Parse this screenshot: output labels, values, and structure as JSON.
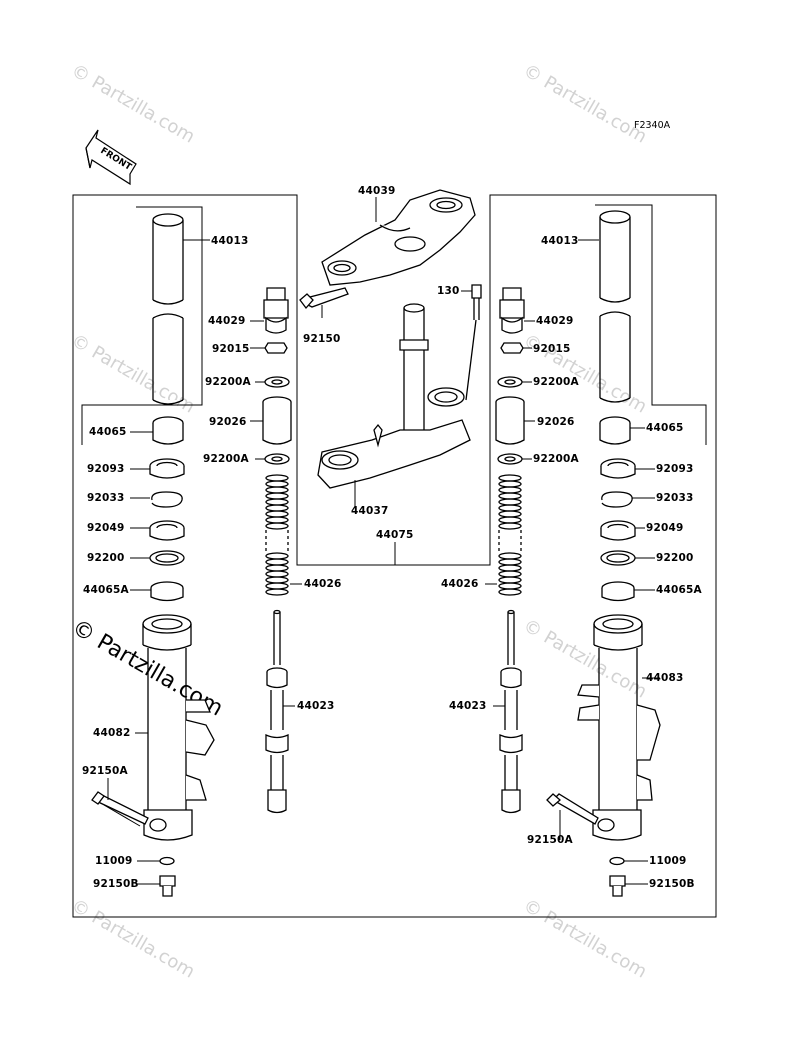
{
  "figure_code": "F2340A",
  "front_label": "FRONT",
  "watermark": "© Partzilla.com",
  "parts": {
    "p44039": "44039",
    "p44013_l": "44013",
    "p44013_r": "44013",
    "p130": "130",
    "p44029_l": "44029",
    "p44029_r": "44029",
    "p92150": "92150",
    "p92015_l": "92015",
    "p92015_r": "92015",
    "p92200A_l1": "92200A",
    "p92200A_r1": "92200A",
    "p92026_l": "92026",
    "p92026_r": "92026",
    "p44065_l": "44065",
    "p44065_r": "44065",
    "p92200A_l2": "92200A",
    "p92200A_r2": "92200A",
    "p92093_l": "92093",
    "p92093_r": "92093",
    "p92033_l": "92033",
    "p92033_r": "92033",
    "p44037": "44037",
    "p92049_l": "92049",
    "p92049_r": "92049",
    "p44075": "44075",
    "p92200_l": "92200",
    "p92200_r": "92200",
    "p44026_l": "44026",
    "p44026_r": "44026",
    "p44065A_l": "44065A",
    "p44065A_r": "44065A",
    "p44083": "44083",
    "p44023_l": "44023",
    "p44023_r": "44023",
    "p44082": "44082",
    "p92150A_l": "92150A",
    "p92150A_r": "92150A",
    "p11009_l": "11009",
    "p11009_r": "11009",
    "p92150B_l": "92150B",
    "p92150B_r": "92150B"
  }
}
